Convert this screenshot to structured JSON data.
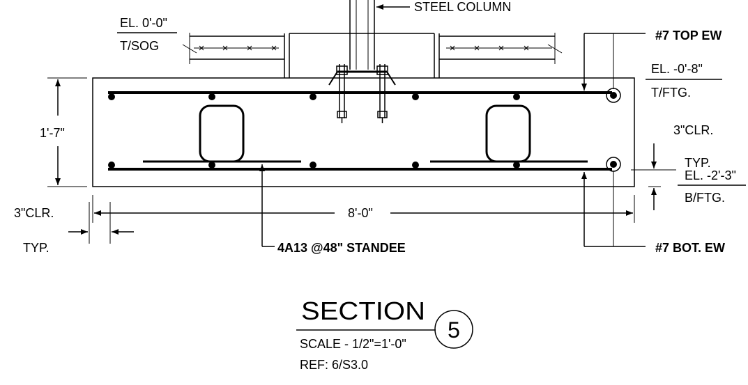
{
  "labels": {
    "steel_column": "STEEL COLUMN",
    "top_bar": "#7  TOP EW",
    "bot_bar": "#7  BOT. EW",
    "el_sog": "EL. 0'-0\"",
    "t_sog": "T/SOG",
    "el_top_ftg": "EL. -0'-8\"",
    "t_ftg": "T/FTG.",
    "clr_right": "3\"CLR.",
    "typ_right": "TYP.",
    "el_bot_ftg": "EL. -2'-3\"",
    "b_ftg": "B/FTG.",
    "depth": "1'-7\"",
    "width": "8'-0\"",
    "clr_left": "3\"CLR.",
    "typ_left": "TYP.",
    "standee": "4A13  @48\" STANDEE"
  },
  "title": {
    "section": "SECTION",
    "number": "5",
    "scale": "SCALE - 1/2\"=1'-0\"",
    "ref": "REF: 6/S3.0"
  }
}
